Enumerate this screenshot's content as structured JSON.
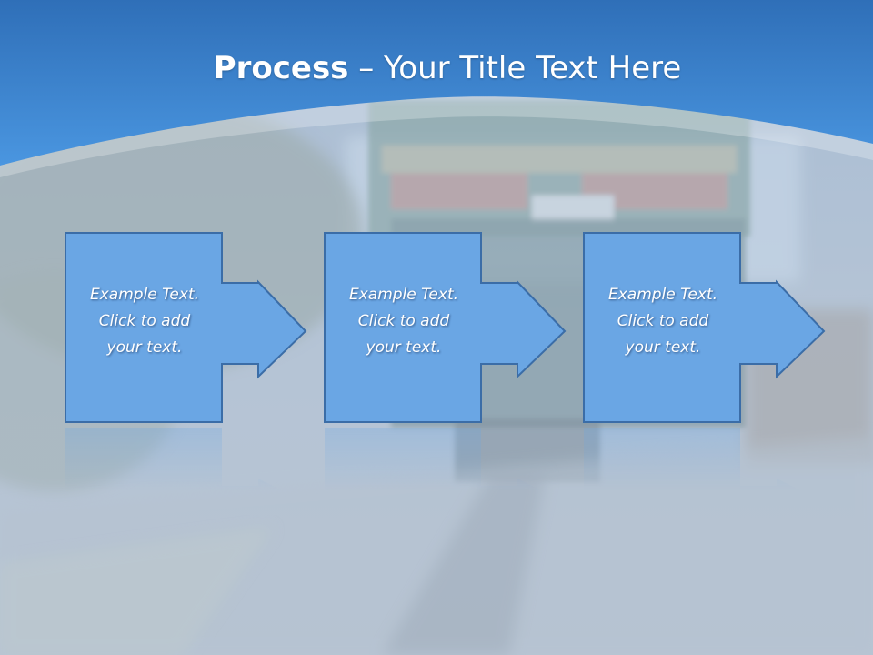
{
  "slide": {
    "title_bold": "Process",
    "title_rest": " – Your Title Text Here"
  },
  "steps": [
    {
      "text_lines": [
        "Example Text.",
        "Click  to add",
        "your text."
      ]
    },
    {
      "text_lines": [
        "Example Text.",
        "Click  to add",
        "your text."
      ]
    },
    {
      "text_lines": [
        "Example Text.",
        "Click  to add",
        "your text."
      ]
    }
  ],
  "colors": {
    "header_blue": "#3f85d2",
    "shape_fill": "#6aa6e4",
    "shape_border": "#3b6da7",
    "background": "#b8c7d8"
  }
}
